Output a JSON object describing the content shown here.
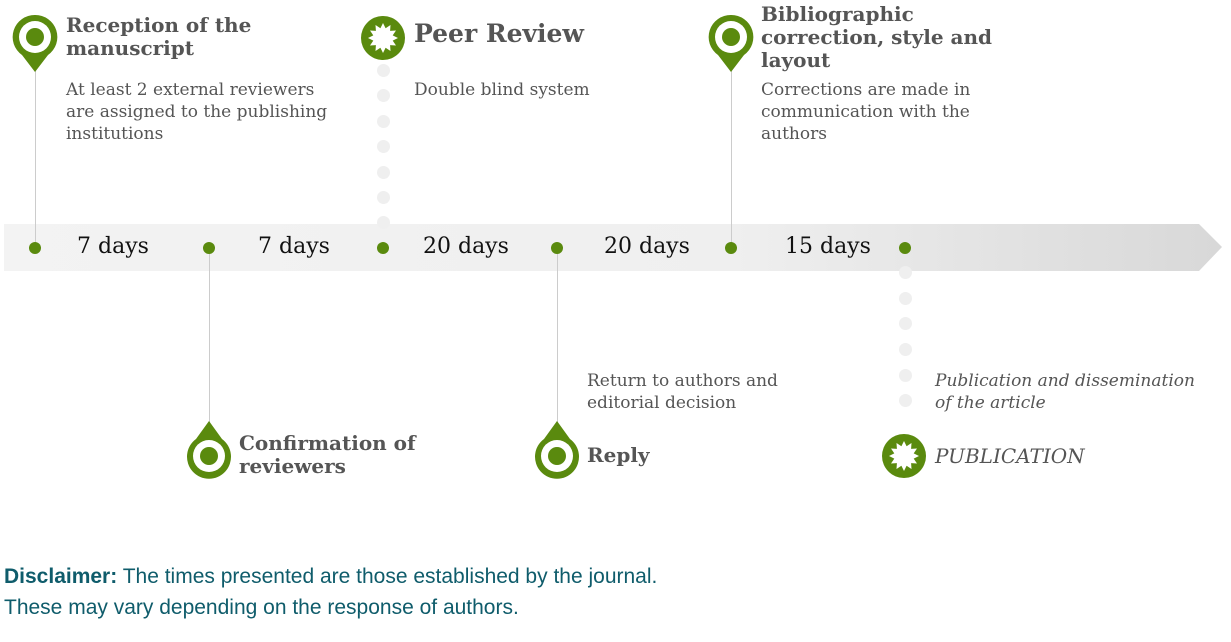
{
  "colors": {
    "accent": "#5a8a0e",
    "text": "#555555",
    "disclaimer": "#0f5c6b"
  },
  "steps": [
    {
      "title": "Reception of the manuscript",
      "desc": "At least 2 external reviewers are assigned to the publishing institutions",
      "icon": "map-pin-icon"
    },
    {
      "title": "Confirmation of reviewers",
      "icon": "map-pin-icon"
    },
    {
      "title": "Peer Review",
      "desc": "Double blind system",
      "icon": "badge-star-icon"
    },
    {
      "title": "Reply",
      "desc": "Return to authors and editorial decision",
      "icon": "map-pin-icon"
    },
    {
      "title": "Bibliographic correction, style and layout",
      "desc": "Corrections are made in communication with the authors",
      "icon": "map-pin-icon"
    },
    {
      "title": "PUBLICATION",
      "desc": "Publication and dissemination of the article",
      "icon": "badge-star-icon"
    }
  ],
  "durations": [
    "7 days",
    "7 days",
    "20 days",
    "20 days",
    "15 days"
  ],
  "disclaimer": {
    "label": "Disclaimer:",
    "line1": "The times presented are those established by the journal.",
    "line2": "These may vary depending on the response of authors."
  }
}
